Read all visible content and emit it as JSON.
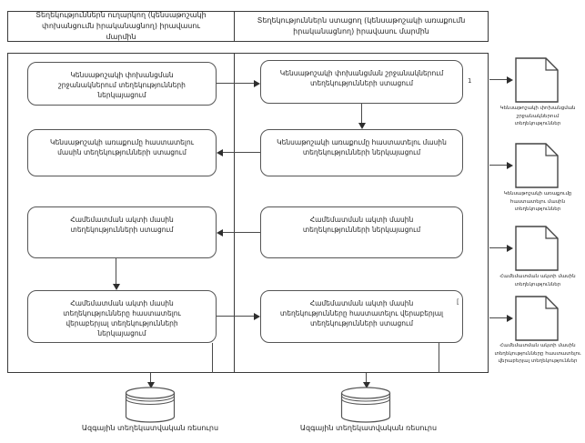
{
  "diagram": {
    "type": "swimlane-flowchart",
    "language": "Armenian",
    "colors": {
      "background": "#ffffff",
      "line": "#4a4a4a",
      "border": "#3a3a3a",
      "text": "#1f1f1f"
    }
  },
  "lanes": {
    "sender": {
      "title": "Տեղեկություններն ուղարկող (կենսաթոշակի փոխանցումն իրականացնող) իրավասու մարմին"
    },
    "receiver": {
      "title": "Տեղեկություններն ստացող (կենսաթոշակի առաքումն իրականացնող) իրավասու մարմին"
    }
  },
  "process_boxes": {
    "sender": [
      {
        "label": "Կենսաթոշակի փոխանցման շրջանակներում տեղեկությունների ներկայացում"
      },
      {
        "label": "Կենսաթոշակի առաքումը հաստատելու մասին տեղեկությունների ստացում"
      },
      {
        "label": "Համեմատման ակտի մասին տեղեկությունների ստացում"
      },
      {
        "label": "Համեմատման ակտի մասին տեղեկությունները հաստատելու վերաբերյալ տեղեկությունների ներկայացում"
      }
    ],
    "receiver": [
      {
        "label": "Կենսաթոշակի փոխանցման շրջանակներում տեղեկությունների ստացում"
      },
      {
        "label": "Կենսաթոշակի առաքումը հաստատելու մասին տեղեկությունների ներկայացում"
      },
      {
        "label": "Համեմատման ակտի մասին տեղեկությունների ներկայացում"
      },
      {
        "label": "Համեմատման ակտի մասին տեղեկությունները հաստատելու վերաբերյալ տեղեկությունների ստացում"
      }
    ]
  },
  "documents": [
    {
      "label": "Կենսաթոշակի փոխանցման շրջանակներում տեղեկություններ"
    },
    {
      "label": "Կենսաթոշակի առաքումը հաստատելու մասին տեղեկություններ"
    },
    {
      "label": "Համեմատման ակտի մասին տեղեկություններ"
    },
    {
      "label": "Համեմատման ակտի մասին տեղեկությունները հաստատելու վերաբերյալ տեղեկություններ"
    }
  ],
  "datastores": [
    {
      "label": "Ազգային տեղեկատվական ռեսուրս"
    },
    {
      "label": "Ազգային տեղեկատվական ռեսուրս"
    }
  ],
  "artifacts": {
    "receiver_box1_mark": "1",
    "receiver_box4_mark": "["
  }
}
